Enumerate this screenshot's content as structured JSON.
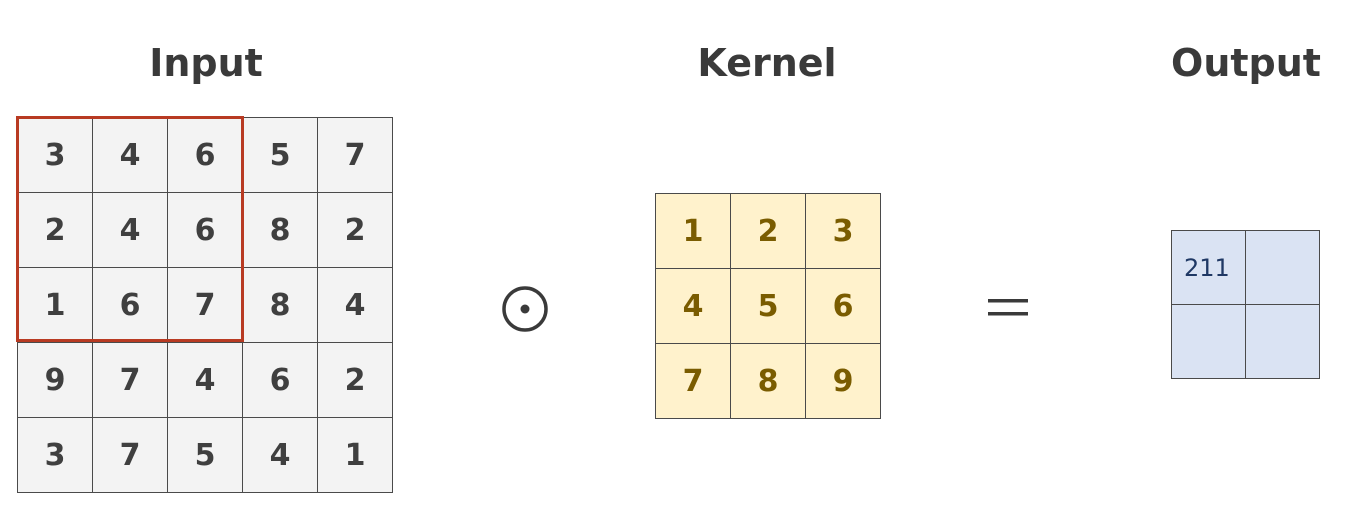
{
  "labels": {
    "input": "Input",
    "kernel": "Kernel",
    "output": "Output"
  },
  "input_matrix": [
    [
      "3",
      "4",
      "6",
      "5",
      "7"
    ],
    [
      "2",
      "4",
      "6",
      "8",
      "2"
    ],
    [
      "1",
      "6",
      "7",
      "8",
      "4"
    ],
    [
      "9",
      "7",
      "4",
      "6",
      "2"
    ],
    [
      "3",
      "7",
      "5",
      "4",
      "1"
    ]
  ],
  "kernel_matrix": [
    [
      "1",
      "2",
      "3"
    ],
    [
      "4",
      "5",
      "6"
    ],
    [
      "7",
      "8",
      "9"
    ]
  ],
  "output_matrix": [
    [
      "211",
      ""
    ],
    [
      "",
      ""
    ]
  ],
  "highlight": {
    "rows": 3,
    "cols": 3,
    "color": "#b83a22"
  },
  "colors": {
    "input_fill": "#f3f3f3",
    "kernel_fill": "#fff2cc",
    "kernel_text": "#7a5c00",
    "output_fill": "#dae3f3",
    "output_text": "#1f3864",
    "operator": "#3a3a3a"
  },
  "operators": {
    "elementwise": "odot-icon",
    "result": "equals-icon"
  }
}
